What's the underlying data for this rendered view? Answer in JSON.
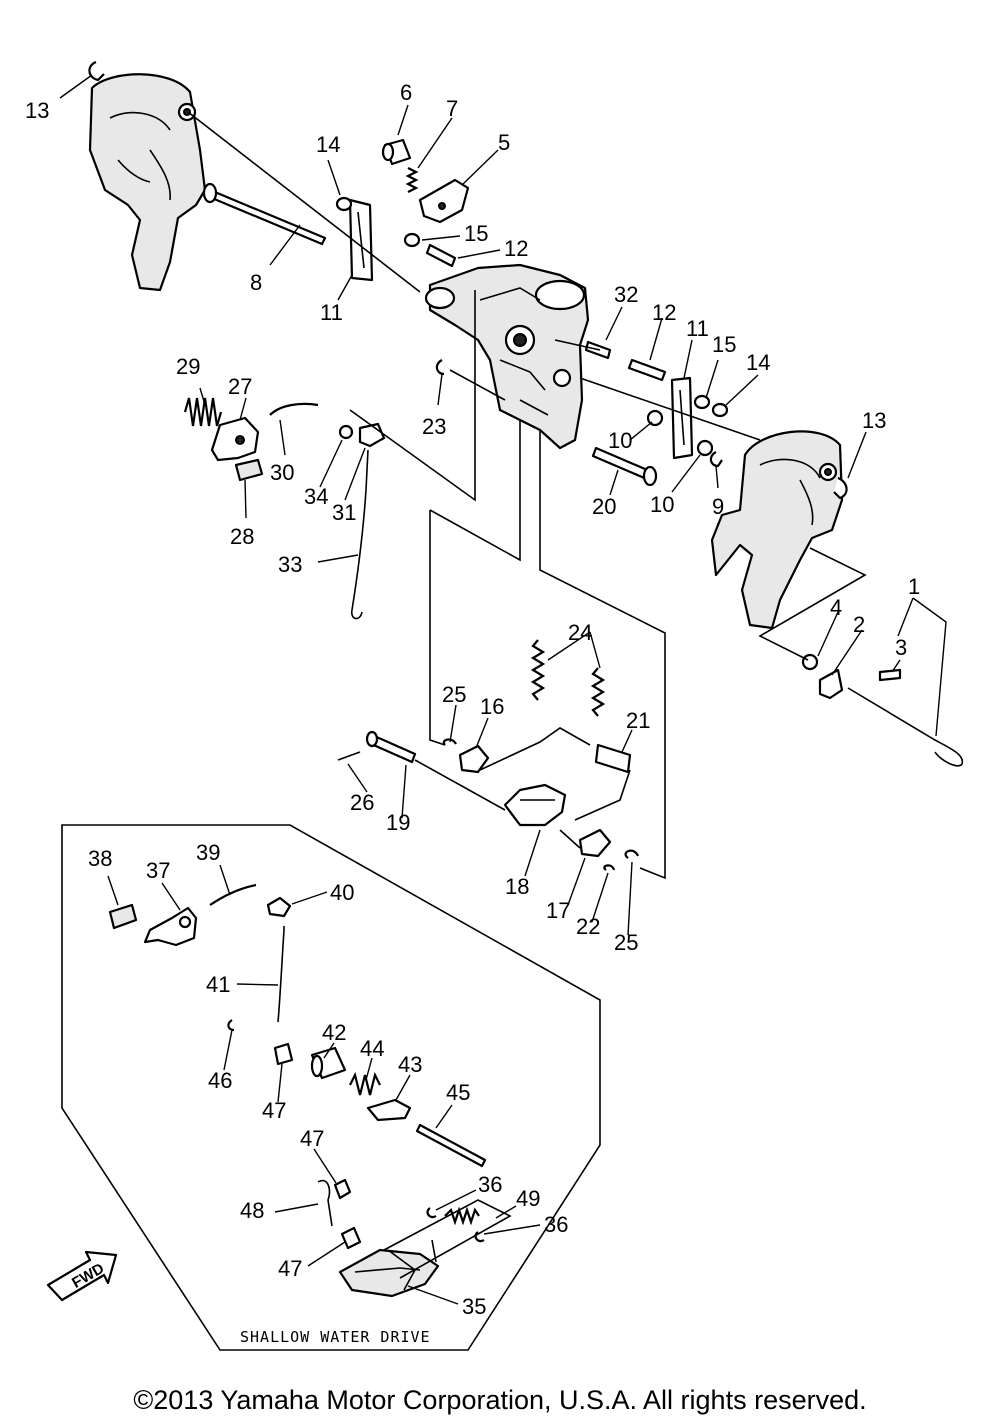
{
  "diagram": {
    "callouts": {
      "c1": "1",
      "c2": "2",
      "c3": "3",
      "c4": "4",
      "c5": "5",
      "c6": "6",
      "c7": "7",
      "c8": "8",
      "c9": "9",
      "c10a": "10",
      "c10b": "10",
      "c11a": "11",
      "c11b": "11",
      "c12a": "12",
      "c12b": "12",
      "c13a": "13",
      "c13b": "13",
      "c14a": "14",
      "c14b": "14",
      "c15a": "15",
      "c15b": "15",
      "c16": "16",
      "c17": "17",
      "c18": "18",
      "c19": "19",
      "c20": "20",
      "c21": "21",
      "c22": "22",
      "c23": "23",
      "c24": "24",
      "c25a": "25",
      "c25b": "25",
      "c26": "26",
      "c27": "27",
      "c28": "28",
      "c29": "29",
      "c30": "30",
      "c31": "31",
      "c32": "32",
      "c33": "33",
      "c34": "34",
      "c35": "35",
      "c36a": "36",
      "c36b": "36",
      "c37": "37",
      "c38": "38",
      "c39": "39",
      "c40": "40",
      "c41": "41",
      "c42": "42",
      "c43": "43",
      "c44": "44",
      "c45": "45",
      "c46": "46",
      "c47a": "47",
      "c47b": "47",
      "c47c": "47",
      "c48": "48",
      "c49": "49"
    },
    "inset_label": "SHALLOW WATER DRIVE",
    "fwd_label": "FWD"
  },
  "footer": {
    "copyright": "©2013 Yamaha Motor Corporation, U.S.A. All rights reserved."
  }
}
